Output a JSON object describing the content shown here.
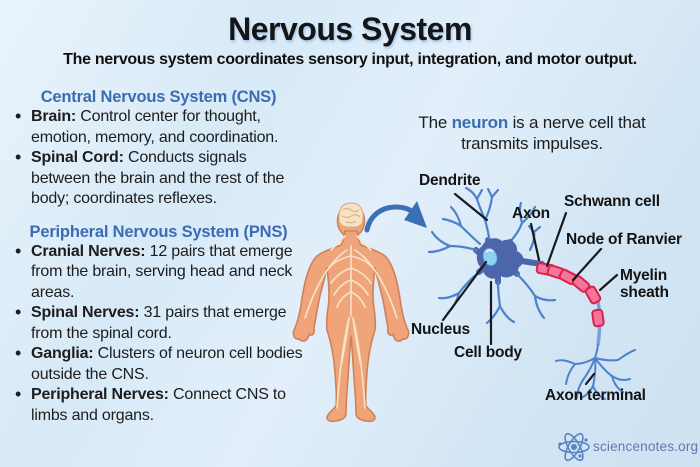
{
  "header": {
    "title": "Nervous System",
    "subtitle": "The nervous system coordinates sensory input, integration, and motor output."
  },
  "cns": {
    "heading": "Central Nervous System (CNS)",
    "bullets": [
      {
        "term": "Brain:",
        "desc": " Control center for thought, emotion, memory, and coordination."
      },
      {
        "term": "Spinal Cord:",
        "desc": " Conducts signals between the brain and the rest of the body; coordinates reflexes."
      }
    ]
  },
  "pns": {
    "heading": "Peripheral Nervous System (PNS)",
    "bullets": [
      {
        "term": "Cranial Nerves:",
        "desc": " 12 pairs that emerge from the brain, serving head and neck areas."
      },
      {
        "term": "Spinal Nerves:",
        "desc": " 31 pairs that emerge from the spinal cord."
      },
      {
        "term": "Ganglia:",
        "desc": " Clusters of neuron cell bodies outside the CNS."
      },
      {
        "term": "Peripheral Nerves:",
        "desc": " Connect CNS to limbs and organs."
      }
    ]
  },
  "neuron_caption": {
    "pre": "The ",
    "highlight": "neuron",
    "post": " is a nerve cell that transmits impulses."
  },
  "neuron_labels": {
    "dendrite": "Dendrite",
    "axon": "Axon",
    "schwann_cell": "Schwann cell",
    "node_of_ranvier": "Node of Ranvier",
    "myelin_sheath": "Myelin sheath",
    "nucleus": "Nucleus",
    "cell_body": "Cell body",
    "axon_terminal": "Axon terminal"
  },
  "footer": {
    "brand": "sciencenotes.org"
  },
  "colors": {
    "heading_blue": "#3a6cb4",
    "text_dark": "#1d1d1d",
    "background_light_blue": "#dcecf8",
    "body_skin": "#efa47a",
    "body_outline": "#d0815a",
    "nerve_cream": "#f8e4c6",
    "neuron_soma_blue": "#4d66ab",
    "dendrite_blue": "#4c82cc",
    "myelin_pink": "#f4769f",
    "myelin_red": "#e01f45",
    "nucleus_light_blue": "#8ed2f1",
    "arrow_blue": "#3a70b8",
    "logo_blue": "#5b82c2"
  }
}
